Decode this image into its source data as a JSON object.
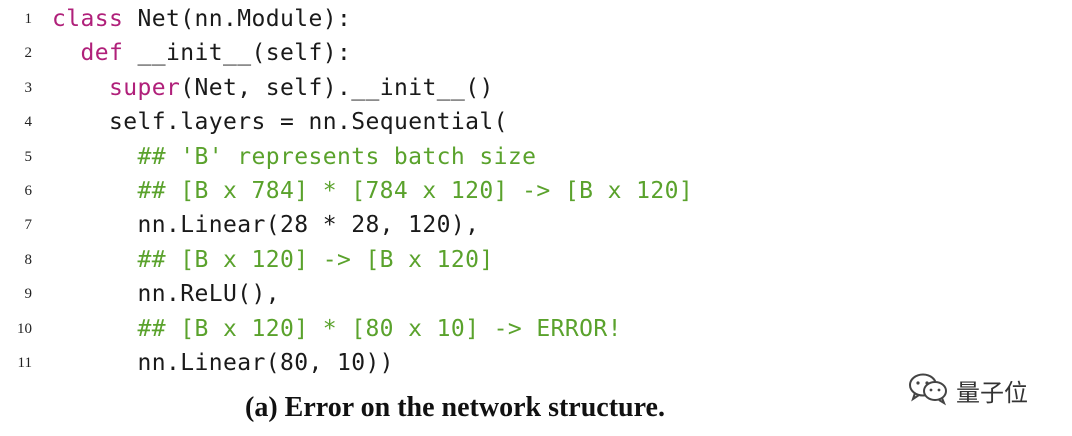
{
  "code": {
    "lines": [
      {
        "n": "1",
        "indent": "",
        "tokens": [
          {
            "t": "class",
            "k": "keyword"
          },
          {
            "t": " Net(nn.Module):",
            "k": "plain"
          }
        ]
      },
      {
        "n": "2",
        "indent": "  ",
        "tokens": [
          {
            "t": "def",
            "k": "keyword"
          },
          {
            "t": " __init__(self):",
            "k": "plain"
          }
        ]
      },
      {
        "n": "3",
        "indent": "    ",
        "tokens": [
          {
            "t": "super",
            "k": "builtin"
          },
          {
            "t": "(Net, self).__init__()",
            "k": "plain"
          }
        ]
      },
      {
        "n": "4",
        "indent": "    ",
        "tokens": [
          {
            "t": "self.layers = nn.Sequential(",
            "k": "plain"
          }
        ]
      },
      {
        "n": "5",
        "indent": "      ",
        "tokens": [
          {
            "t": "## 'B' represents batch size",
            "k": "comment"
          }
        ]
      },
      {
        "n": "6",
        "indent": "      ",
        "tokens": [
          {
            "t": "## [B x 784] * [784 x 120] -> [B x 120]",
            "k": "comment"
          }
        ]
      },
      {
        "n": "7",
        "indent": "      ",
        "tokens": [
          {
            "t": "nn.Linear(28 * 28, 120),",
            "k": "plain"
          }
        ]
      },
      {
        "n": "8",
        "indent": "      ",
        "tokens": [
          {
            "t": "## [B x 120] -> [B x 120]",
            "k": "comment"
          }
        ]
      },
      {
        "n": "9",
        "indent": "      ",
        "tokens": [
          {
            "t": "nn.ReLU(),",
            "k": "plain"
          }
        ]
      },
      {
        "n": "10",
        "indent": "      ",
        "tokens": [
          {
            "t": "## [B x 120] * [80 x 10] -> ERROR!",
            "k": "comment"
          }
        ]
      },
      {
        "n": "11",
        "indent": "      ",
        "tokens": [
          {
            "t": "nn.Linear(80, 10))",
            "k": "plain"
          }
        ]
      }
    ]
  },
  "caption": "(a) Error on the network structure.",
  "watermark": {
    "icon": "wechat-icon",
    "text": "量子位"
  },
  "colors": {
    "keyword": "#b0207a",
    "comment": "#5aa22c",
    "plain": "#1a1a1a"
  }
}
